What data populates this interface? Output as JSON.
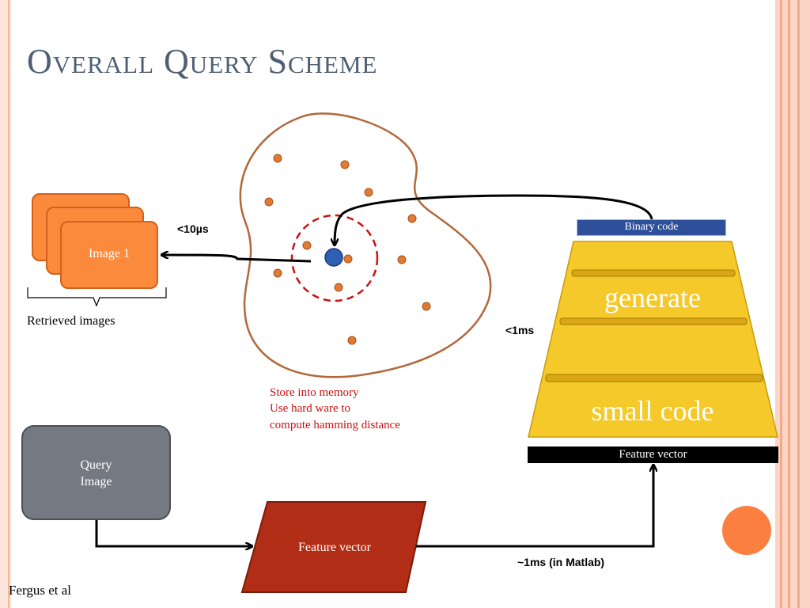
{
  "title": "Overall Query Scheme",
  "retrieved": {
    "card_label": "Image 1",
    "caption": "Retrieved images"
  },
  "timing": {
    "retrieval": "<10µs",
    "generate": "<1ms",
    "feature": "~1ms (in Matlab)"
  },
  "memory_note": [
    "Store into memory",
    "Use hard ware to",
    "compute hamming distance"
  ],
  "query": {
    "line1": "Query",
    "line2": "Image"
  },
  "pipeline": {
    "binary_code": "Binary code",
    "generate": "generate",
    "small_code": "small code",
    "feature_vector_top": "Feature vector",
    "feature_vector_box": "Feature vector"
  },
  "credit": "Fergus et al",
  "colors": {
    "title": "#4f5f73",
    "card": "#fb8a3c",
    "blob_outline": "#b4673a",
    "point": "#e07a35",
    "query_point": "#2f5fb3",
    "radius_circle": "#cc1111",
    "trapezoid": "#f5c92a",
    "binary_bar": "#2e4f9a",
    "feature_box": "#b22d16",
    "query_box": "#757a82"
  }
}
